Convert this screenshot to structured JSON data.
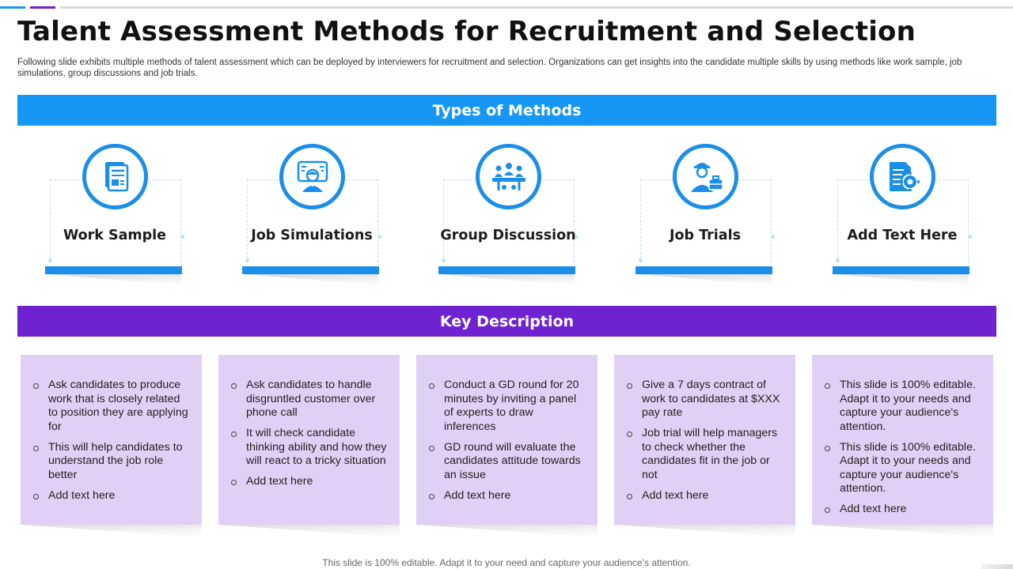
{
  "colors": {
    "accent_blue": "#1a8ee8",
    "band_blue": "#1797f5",
    "band_purple": "#6f22d0",
    "card_lavender": "#e1d0f6",
    "rule_gray": "#d9d9d9"
  },
  "title": "Talent Assessment Methods for Recruitment and Selection",
  "subtitle": "Following slide exhibits multiple methods of talent assessment which can be deployed by interviewers for recruitment and selection. Organizations can get insights into the candidate multiple skills by using methods like work sample, job simulations, group discussions and job trials.",
  "methods_header": "Types of Methods",
  "methods": [
    {
      "label": "Work Sample",
      "icon": "document-icon"
    },
    {
      "label": "Job Simulations",
      "icon": "person-screen-icon"
    },
    {
      "label": "Group Discussion",
      "icon": "meeting-table-icon"
    },
    {
      "label": "Job Trials",
      "icon": "worker-briefcase-icon"
    },
    {
      "label": "Add Text Here",
      "icon": "document-gear-icon"
    }
  ],
  "description_header": "Key Description",
  "descriptions": [
    {
      "points": [
        "Ask candidates to produce work that is closely related to position they are applying for",
        "This will help candidates to understand the job role better",
        "Add text here"
      ]
    },
    {
      "points": [
        "Ask candidates to handle disgruntled customer over phone call",
        "It will check candidate thinking ability and how they will react to a tricky situation",
        "Add text here"
      ]
    },
    {
      "points": [
        "Conduct a GD round for 20 minutes by inviting a panel of experts to draw inferences",
        "GD round will evaluate the candidates attitude towards an issue",
        "Add text here"
      ]
    },
    {
      "points": [
        "Give a 7 days contract of work to candidates at $XXX pay rate",
        "Job trial will help managers to check whether the candidates fit in the job or not",
        "Add text here"
      ]
    },
    {
      "points": [
        "This slide is 100% editable. Adapt it to your needs and capture your audience's attention.",
        "This slide is 100% editable. Adapt it to your needs and capture your audience's attention.",
        "Add text here"
      ]
    }
  ],
  "footer": "This slide is 100% editable. Adapt it to your need and capture your audience’s attention."
}
